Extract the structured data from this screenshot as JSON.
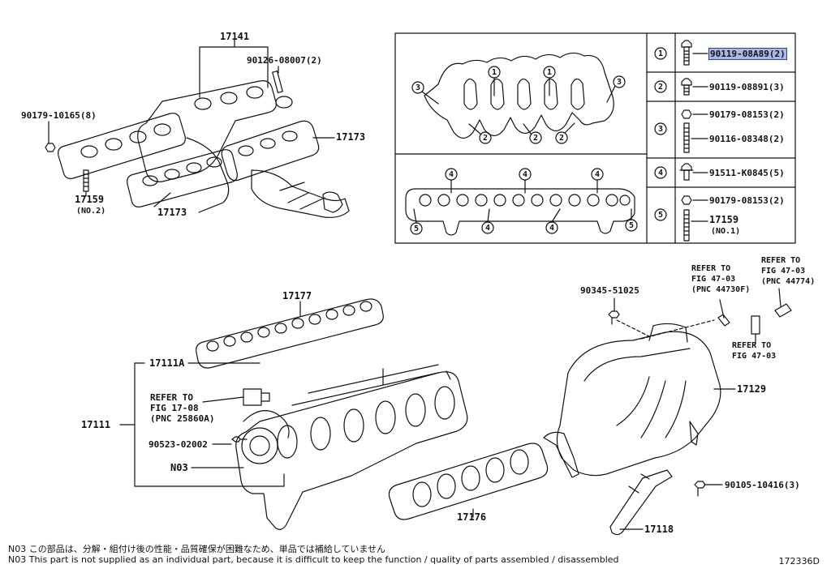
{
  "parts": {
    "p17141": "17141",
    "p90126": "90126-08007(2)",
    "p90179_a": "90179-10165(8)",
    "p17173_r": "17173",
    "p17173_b": "17173",
    "p17159_l": "17159",
    "p17159_l_note": "(NO.2)",
    "p17177": "17177",
    "p17111a": "17111A",
    "p17111": "17111",
    "ref_17_08_a": "REFER TO",
    "ref_17_08_b": "FIG 17-08",
    "ref_17_08_c": "(PNC 25860A)",
    "p90523": "90523-02002",
    "n03": "N03",
    "p17176": "17176",
    "p90345": "90345-51025",
    "ref_47_03a_a": "REFER TO",
    "ref_47_03a_b": "FIG 47-03",
    "ref_47_03a_c": "(PNC 44730F)",
    "ref_47_03b_a": "REFER TO",
    "ref_47_03b_b": "FIG 47-03",
    "ref_47_03b_c": "(PNC 44774)",
    "ref_47_03c_a": "REFER TO",
    "ref_47_03c_b": "FIG 47-03",
    "p17129": "17129",
    "p90105": "90105-10416(3)",
    "p17118": "17118"
  },
  "detail_markers": {
    "m1a": "1",
    "m1b": "1",
    "m2a": "2",
    "m2b": "2",
    "m2c": "2",
    "m3a": "3",
    "m3b": "3",
    "m4a": "4",
    "m4b": "4",
    "m4c": "4",
    "m4d": "4",
    "m4e": "4",
    "m5a": "5",
    "m5b": "5"
  },
  "legend": [
    {
      "num": "1",
      "parts": [
        "90119-08A89(2)"
      ]
    },
    {
      "num": "2",
      "parts": [
        "90119-08891(3)"
      ]
    },
    {
      "num": "3",
      "parts": [
        "90179-08153(2)",
        "90116-08348(2)"
      ]
    },
    {
      "num": "4",
      "parts": [
        "91511-K0845(5)"
      ]
    },
    {
      "num": "5",
      "parts": [
        "90179-08153(2)",
        "17159"
      ],
      "note": "(NO.1)"
    }
  ],
  "footnotes": {
    "jp": "N03 この部品は、分解・組付け後の性能・品質確保が困難なため、単品では補給していません",
    "en": "N03 This part is not supplied as an individual part, because it is difficult to keep the function / quality of parts  assembled / disassembled"
  },
  "diagram_code": "172336D",
  "colors": {
    "highlight": "#a9b8e8",
    "line": "#111111"
  }
}
